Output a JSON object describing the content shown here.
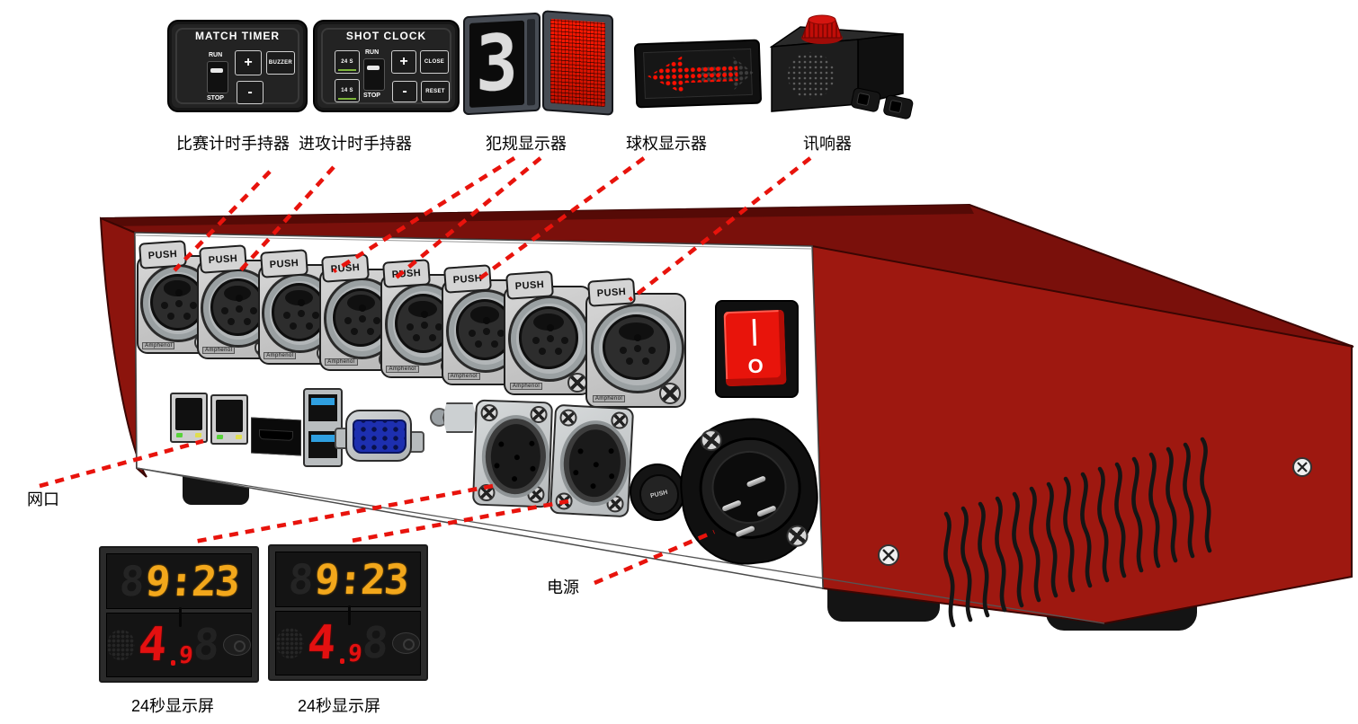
{
  "peripherals": {
    "match_timer": {
      "title": "MATCH TIMER",
      "run_label": "RUN",
      "stop_label": "STOP",
      "plus_label": "+",
      "minus_label": "-",
      "buzzer_label": "BUZZER",
      "caption": "比赛计时手持器"
    },
    "shot_clock": {
      "title": "SHOT CLOCK",
      "sec24_label": "24 S",
      "sec14_label": "14 S",
      "run_label": "RUN",
      "stop_label": "STOP",
      "plus_label": "+",
      "minus_label": "-",
      "close_label": "CLOSE",
      "reset_label": "RESET",
      "caption": "进攻计时手持器"
    },
    "foul_display": {
      "caption": "犯规显示器",
      "digit": "3"
    },
    "possession_display": {
      "caption": "球权显示器"
    },
    "buzzer_unit": {
      "caption": "讯响器"
    }
  },
  "console": {
    "connectors": {
      "push_label": "PUSH",
      "brand": "Amphenol",
      "count": 8
    },
    "power_switch": {
      "on_mark": "|",
      "off_mark": "O"
    },
    "labels": {
      "network": "网口",
      "power": "电源"
    }
  },
  "shot_displays": {
    "caption": "24秒显示屏",
    "time_value": "9:23",
    "ghost_digit": "8",
    "shot_seconds_main": "4",
    "shot_seconds_frac": "9"
  },
  "colors": {
    "chassis_red": "#9e1810",
    "chassis_top_red": "#7a100b",
    "switch_red": "#e8140b",
    "callout_red": "#e8130c",
    "led_amber": "#f2a71b",
    "led_red": "#e31010",
    "possession_arrow_red": "#ff0f00"
  }
}
